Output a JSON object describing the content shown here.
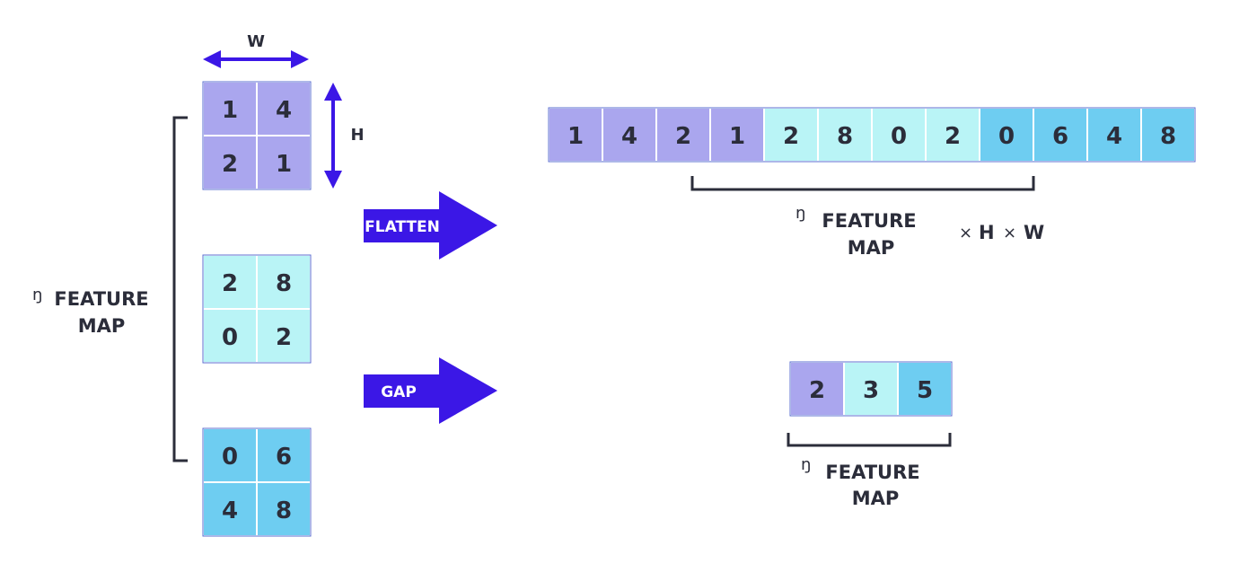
{
  "colors": {
    "purple": "#aaa6ee",
    "cyan": "#b9f4f6",
    "blue": "#6ecdf1",
    "accent": "#3b17e6",
    "text": "#2b2d3a"
  },
  "dims": {
    "w": "W",
    "h": "H"
  },
  "feature_maps": [
    {
      "color": "purple",
      "values": [
        "1",
        "4",
        "2",
        "1"
      ]
    },
    {
      "color": "cyan",
      "values": [
        "2",
        "8",
        "0",
        "2"
      ]
    },
    {
      "color": "blue",
      "values": [
        "0",
        "6",
        "4",
        "8"
      ]
    }
  ],
  "left_label": {
    "symbol": "ŋ",
    "line1": "FEATURE",
    "line2": "MAP"
  },
  "flatten": {
    "arrow_label": "FLATTEN",
    "cells": [
      {
        "v": "1",
        "color": "purple"
      },
      {
        "v": "4",
        "color": "purple"
      },
      {
        "v": "2",
        "color": "purple"
      },
      {
        "v": "1",
        "color": "purple"
      },
      {
        "v": "2",
        "color": "cyan"
      },
      {
        "v": "8",
        "color": "cyan"
      },
      {
        "v": "0",
        "color": "cyan"
      },
      {
        "v": "2",
        "color": "cyan"
      },
      {
        "v": "0",
        "color": "blue"
      },
      {
        "v": "6",
        "color": "blue"
      },
      {
        "v": "4",
        "color": "blue"
      },
      {
        "v": "8",
        "color": "blue"
      }
    ],
    "label": {
      "symbol": "ŋ",
      "line1": "FEATURE",
      "line2": "MAP"
    },
    "times1": "×",
    "h": "H",
    "times2": "×",
    "w": "W"
  },
  "gap": {
    "arrow_label": "GAP",
    "cells": [
      {
        "v": "2",
        "color": "purple"
      },
      {
        "v": "3",
        "color": "cyan"
      },
      {
        "v": "5",
        "color": "blue"
      }
    ],
    "label": {
      "symbol": "ŋ",
      "line1": "FEATURE",
      "line2": "MAP"
    }
  }
}
